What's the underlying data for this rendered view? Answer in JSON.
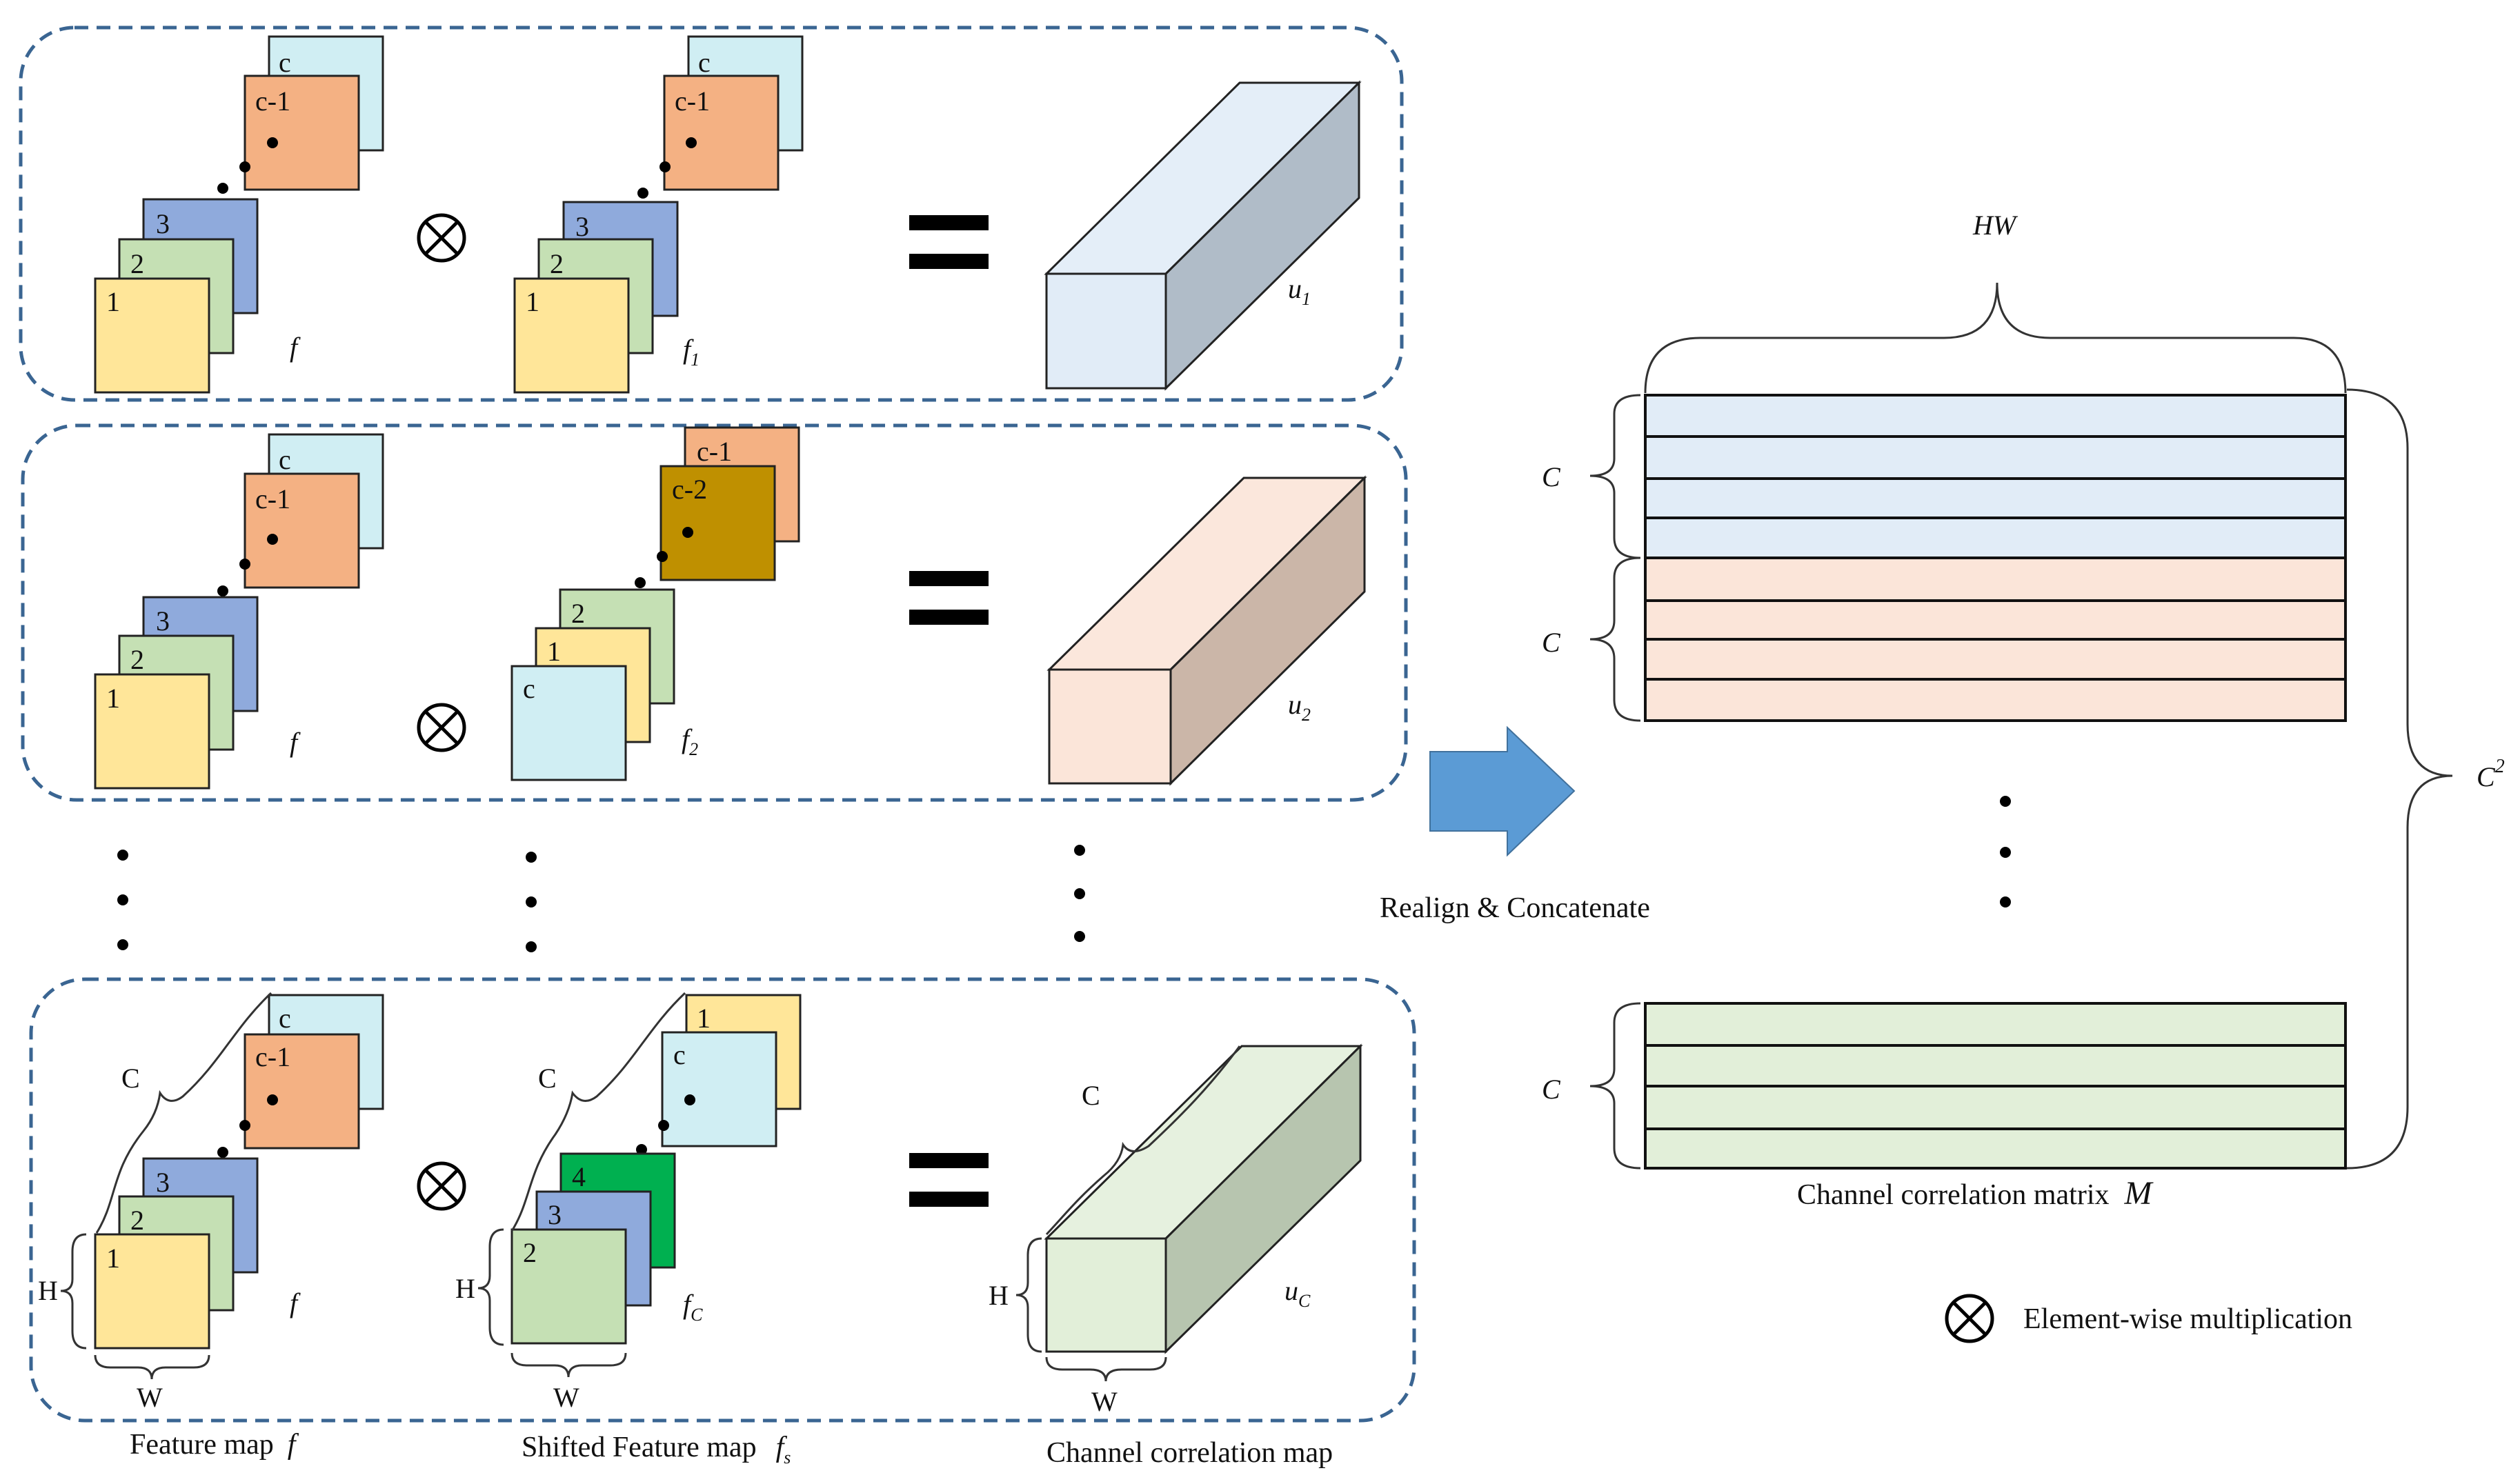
{
  "colors": {
    "dash_border": "#3A6592",
    "yellow": "#FFE699",
    "green": "#C5E0B4",
    "blue": "#8FAADC",
    "orange": "#F4B183",
    "cyan": "#D0EEF3",
    "dark_yellow": "#BF9000",
    "bright_green": "#00B050",
    "arrow": "#5B9BD5",
    "cube1_front": "#E1ECF7",
    "cube1_top": "#E4EEF8",
    "cube1_side": "#B0BCC8",
    "cube2_front": "#FBE5D9",
    "cube2_top": "#FBE7DC",
    "cube2_side": "#CBB6A8",
    "cube3_front": "#E2EFD9",
    "cube3_top": "#E6F1DF",
    "cube3_side": "#B7C5AF"
  },
  "panels": [
    {
      "left_stack": {
        "back": [
          "c",
          "c-1"
        ],
        "front": [
          "3",
          "2",
          "1"
        ]
      },
      "left_label": "f",
      "right_stack": {
        "back": [
          "c",
          "c-1"
        ],
        "front": [
          "3",
          "2",
          "1"
        ]
      },
      "right_label": "f",
      "right_sub": "1",
      "cube_label": "u",
      "cube_sub": "1"
    },
    {
      "left_stack": {
        "back": [
          "c",
          "c-1"
        ],
        "front": [
          "3",
          "2",
          "1"
        ]
      },
      "left_label": "f",
      "right_stack": {
        "back": [
          "c-1",
          "c-2"
        ],
        "front": [
          "2",
          "1",
          "c"
        ]
      },
      "right_label": "f",
      "right_sub": "2",
      "cube_label": "u",
      "cube_sub": "2"
    },
    {
      "left_stack": {
        "back": [
          "c",
          "c-1"
        ],
        "front": [
          "3",
          "2",
          "1"
        ]
      },
      "left_label": "f",
      "right_stack": {
        "back": [
          "1",
          "c"
        ],
        "front": [
          "4",
          "3",
          "2"
        ]
      },
      "right_label": "f",
      "right_sub": "C",
      "cube_label": "u",
      "cube_sub": "C",
      "dim_C": "C",
      "dim_H": "H",
      "dim_W": "W"
    }
  ],
  "captions": {
    "feature_map": "Feature map",
    "feature_map_sym": "f",
    "shifted_map": "Shifted Feature map",
    "shifted_sym": "f",
    "shifted_sub": "s",
    "corr_map": "Channel correlation map"
  },
  "arrow_label": "Realign & Concatenate",
  "matrix": {
    "hw_label": "HW",
    "c_label": "C",
    "c2_label": "C",
    "c2_sup": "2",
    "title": "Channel correlation matrix",
    "title_sym": "M"
  },
  "legend": {
    "text": "Element-wise multiplication"
  }
}
